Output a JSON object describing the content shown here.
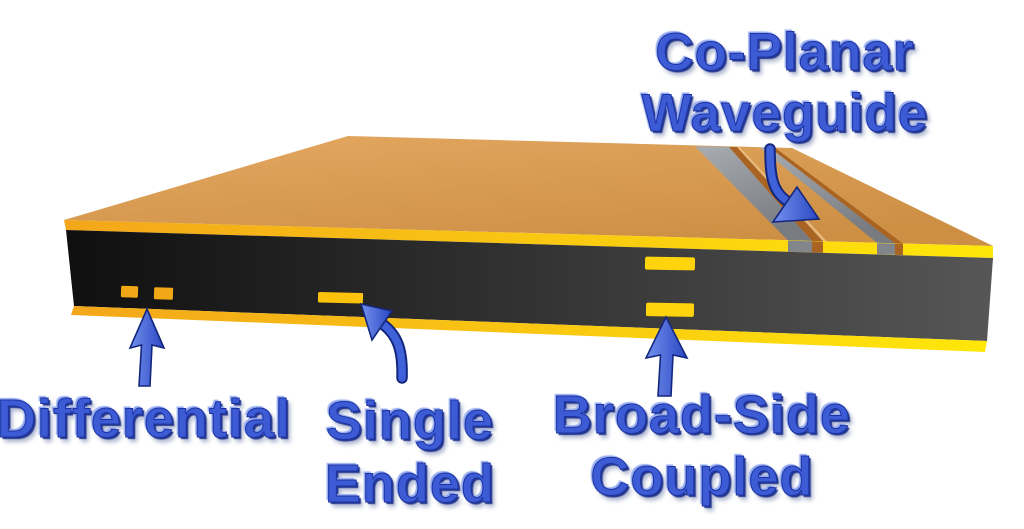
{
  "labels": {
    "coplanar_waveguide": {
      "line1": "Co-Planar",
      "line2": "Waveguide"
    },
    "differential": {
      "line1": "Differential"
    },
    "single_ended": {
      "line1": "Single",
      "line2": "Ended"
    },
    "broadside_coupled": {
      "line1": "Broad-Side",
      "line2": "Coupled"
    }
  },
  "colors": {
    "background": "#ffffff",
    "label_blue": "#3c5bd5",
    "label_outline": "#1c34a2",
    "top_copper_light": "#e4a861",
    "top_copper_dark": "#cd8f44",
    "edge_copper_left": "#f3a61a",
    "edge_copper_right": "#ffe70a",
    "substrate_left": "#0f0f0f",
    "substrate_right": "#565656",
    "groove_light": "#a9adb2",
    "groove_dark": "#787c80",
    "groove_front_gray": "#82868a",
    "groove_wall_brown": "#a96322",
    "conductor_highlight": "#eec187",
    "trace_differential": "#f0a816",
    "trace_single": "#fbc30c",
    "trace_broadside": "#ffd40c",
    "arrow_light": "#7390ee",
    "arrow_dark": "#2a47c2",
    "arrow_mid": "#3f62da",
    "arrow_outline": "#14277d"
  }
}
